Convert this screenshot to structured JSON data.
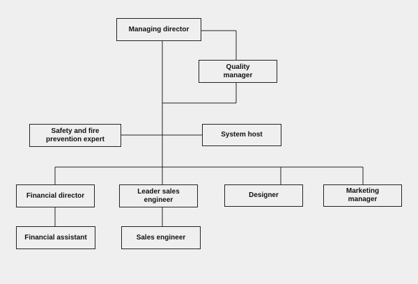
{
  "org_chart": {
    "managing_director": "Managing director",
    "quality_manager": "Quality\nmanager",
    "safety_expert": "Safety and fire\nprevention expert",
    "system_host": "System host",
    "financial_director": "Financial director",
    "leader_sales_engineer": "Leader sales\nengineer",
    "designer": "Designer",
    "marketing_manager": "Marketing\nmanager",
    "financial_assistant": "Financial assistant",
    "sales_engineer": "Sales engineer"
  },
  "colors": {
    "background": "#efefef",
    "border": "#222222",
    "text": "#111111"
  }
}
